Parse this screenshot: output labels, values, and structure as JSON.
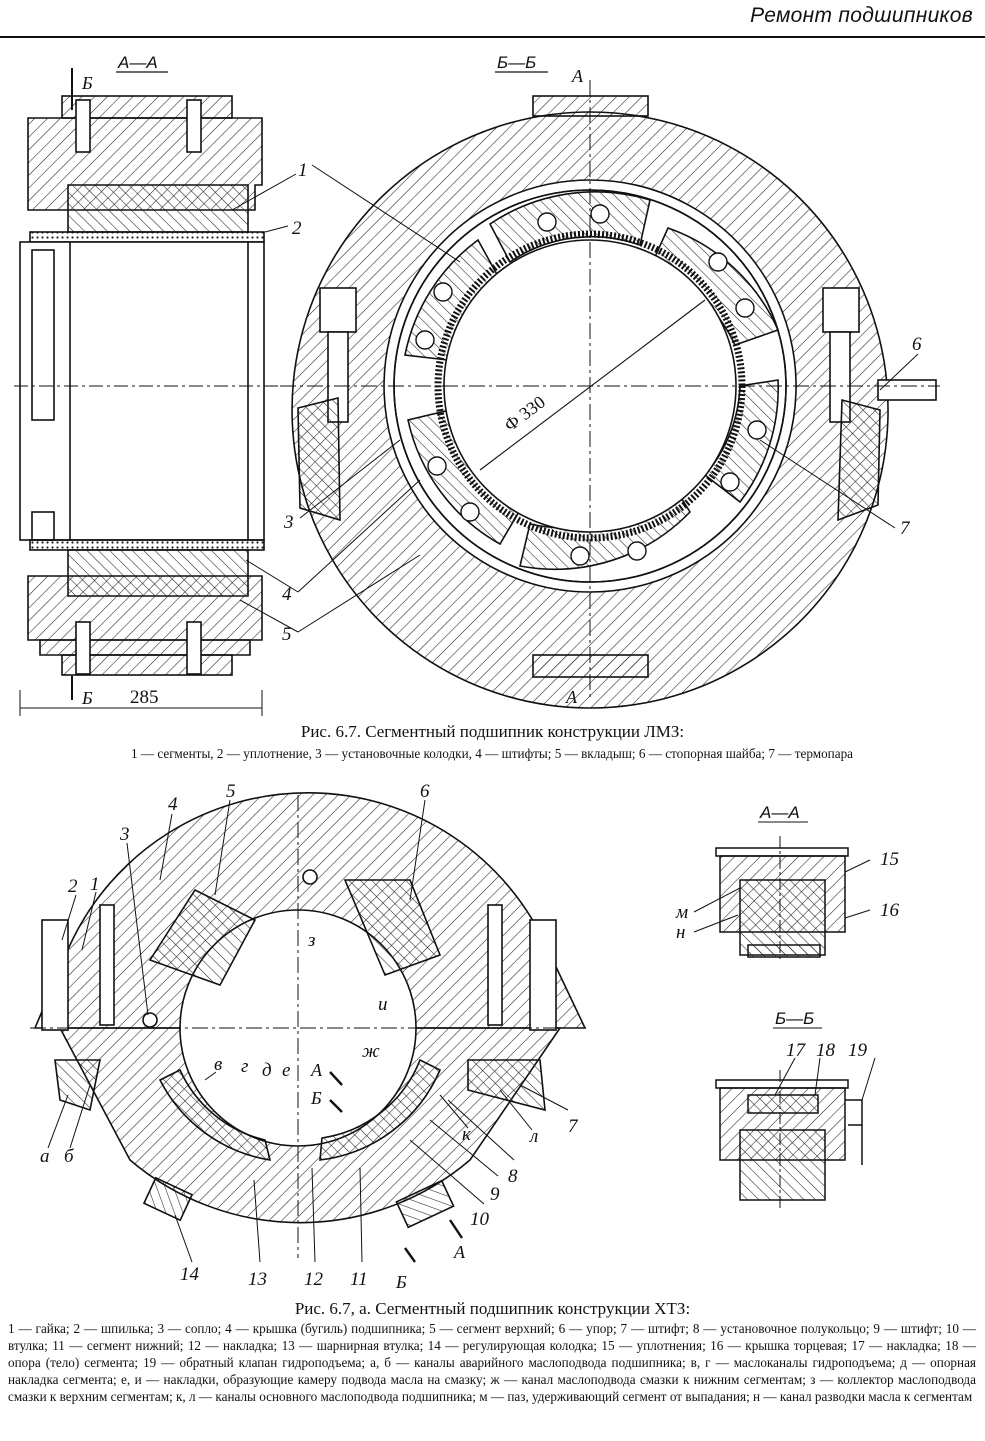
{
  "header": {
    "title": "Ремонт подшипников"
  },
  "figure1": {
    "section_aa": "А—А",
    "section_bb": "Б—Б",
    "mark_a": "А",
    "mark_b": "Б",
    "dimension_285": "285",
    "diameter_label": "Ф 330",
    "callouts": [
      "1",
      "2",
      "3",
      "4",
      "5",
      "6",
      "7"
    ],
    "caption": "Рис. 6.7. Сегментный подшипник конструкции ЛМЗ:",
    "legend": "1 — сегменты, 2 — уплотнение, 3 — установочные колодки, 4 — штифты; 5 — вкладыш; 6 — стопорная шайба; 7 — термопара"
  },
  "figure2": {
    "section_aa": "А—А",
    "section_bb": "Б—Б",
    "mark_a": "А",
    "mark_b": "Б",
    "callouts": [
      "1",
      "2",
      "3",
      "4",
      "5",
      "6",
      "7",
      "8",
      "9",
      "10",
      "11",
      "12",
      "13",
      "14",
      "15",
      "16",
      "17",
      "18",
      "19"
    ],
    "letters": [
      "а",
      "б",
      "в",
      "г",
      "д",
      "е",
      "ж",
      "з",
      "и",
      "к",
      "л",
      "м",
      "н"
    ],
    "caption": "Рис. 6.7, а. Сегментный подшипник конструкции ХТЗ:",
    "legend": "1 — гайка; 2 — шпилька; 3 — сопло; 4 — крышка (бугиль) подшипника; 5 — сегмент верхний; 6 — упор; 7 — штифт; 8 — установочное полукольцо; 9 — штифт; 10 — втулка; 11 — сегмент нижний; 12 — накладка; 13 — шарнирная втулка; 14 — регулирующая колодка; 15 — уплотнения; 16 — крышка торцевая; 17 — накладка; 18 — опора (тело) сегмента; 19 — обратный клапан гидроподъема; а, б — каналы аварийного маслоподвода подшипника; в, г — маслоканалы гидроподъема; д — опорная накладка сегмента; е, и — накладки, образующие камеру подвода масла на смазку; ж — канал маслоподвода смазки к нижним сегментам; з — коллектор маслоподвода смазки к верхним сегментам; к, л — каналы основного маслоподвода подшипника; м — паз, удерживающий сегмент от выпадания; н — канал разводки масла к сегментам"
  }
}
